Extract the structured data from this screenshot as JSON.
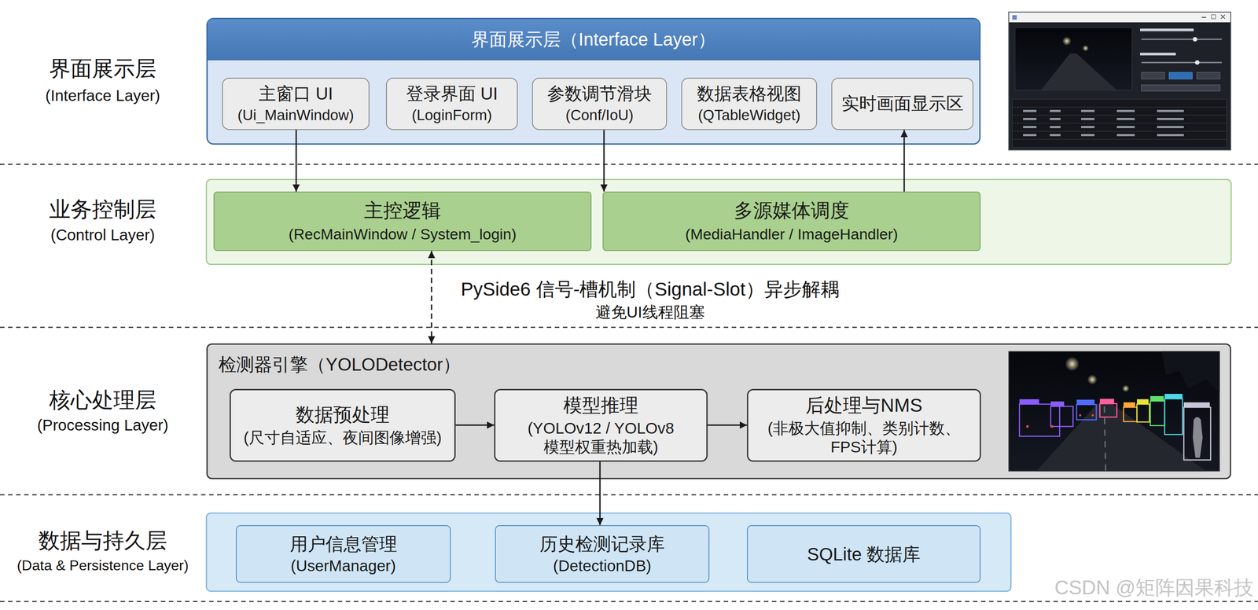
{
  "diagram": {
    "nodes": [
      {
        "text": [
          "界面展示层（Interface Layer）"
        ]
      },
      {
        "text": [
          "主窗口 UI",
          "(Ui_MainWindow)"
        ],
        "in": 0
      },
      {
        "text": [
          "登录界面 UI",
          "(LoginForm)"
        ],
        "in": 0
      },
      {
        "text": [
          "参数调节滑块",
          "(Conf/IoU)"
        ],
        "in": 0
      },
      {
        "text": [
          "数据表格视图",
          "(QTableWidget)"
        ],
        "in": 0
      },
      {
        "text": [
          "实时画面显示区"
        ],
        "in": 0
      },
      {
        "text": [
          "主控逻辑",
          "(RecMainWindow / System_login)"
        ]
      },
      {
        "text": [
          "多源媒体调度",
          "(MediaHandler / ImageHandler)"
        ]
      },
      {
        "text": [
          "检测器引擎（YOLODetector）"
        ]
      },
      {
        "text": [
          "数据预处理",
          "(尺寸自适应、夜间图像增强)"
        ],
        "in": 8
      },
      {
        "text": [
          "模型推理",
          "(YOLOv12 / YOLOv8 模型权重热加载)"
        ],
        "in": 8
      },
      {
        "text": [
          "后处理与NMS",
          "(非极大值抑制、类别计数、 FPS计算)"
        ],
        "in": 8
      },
      {
        "text": [
          "用户信息管理",
          "(UserManager)"
        ]
      },
      {
        "text": [
          "历史检测记录库",
          "(DetectionDB)"
        ]
      },
      {
        "text": [
          "SQLite 数据库"
        ]
      }
    ],
    "edges": [
      {
        "from": 1,
        "to": 6,
        "arrow": "to"
      },
      {
        "from": 3,
        "to": 7,
        "arrow": "to"
      },
      {
        "from": 7,
        "to": 5,
        "arrow": "to"
      },
      {
        "from": 6,
        "to": 8,
        "arrow": "both"
      },
      {
        "from": 9,
        "to": 10,
        "arrow": "to"
      },
      {
        "from": 10,
        "to": 11,
        "arrow": "to"
      },
      {
        "from": 10,
        "to": 13,
        "arrow": "to"
      }
    ],
    "labels": [
      "界面展示层",
      "(Interface Layer)",
      "业务控制层",
      "(Control Layer)",
      "PySide6 信号-槽机制（Signal-Slot）异步解耦",
      "避免UI线程阻塞",
      "核心处理层",
      "(Processing Layer)",
      "数据与持久层",
      "(Data & Persistence Layer)",
      "CSDN @矩阵因果科技"
    ]
  }
}
